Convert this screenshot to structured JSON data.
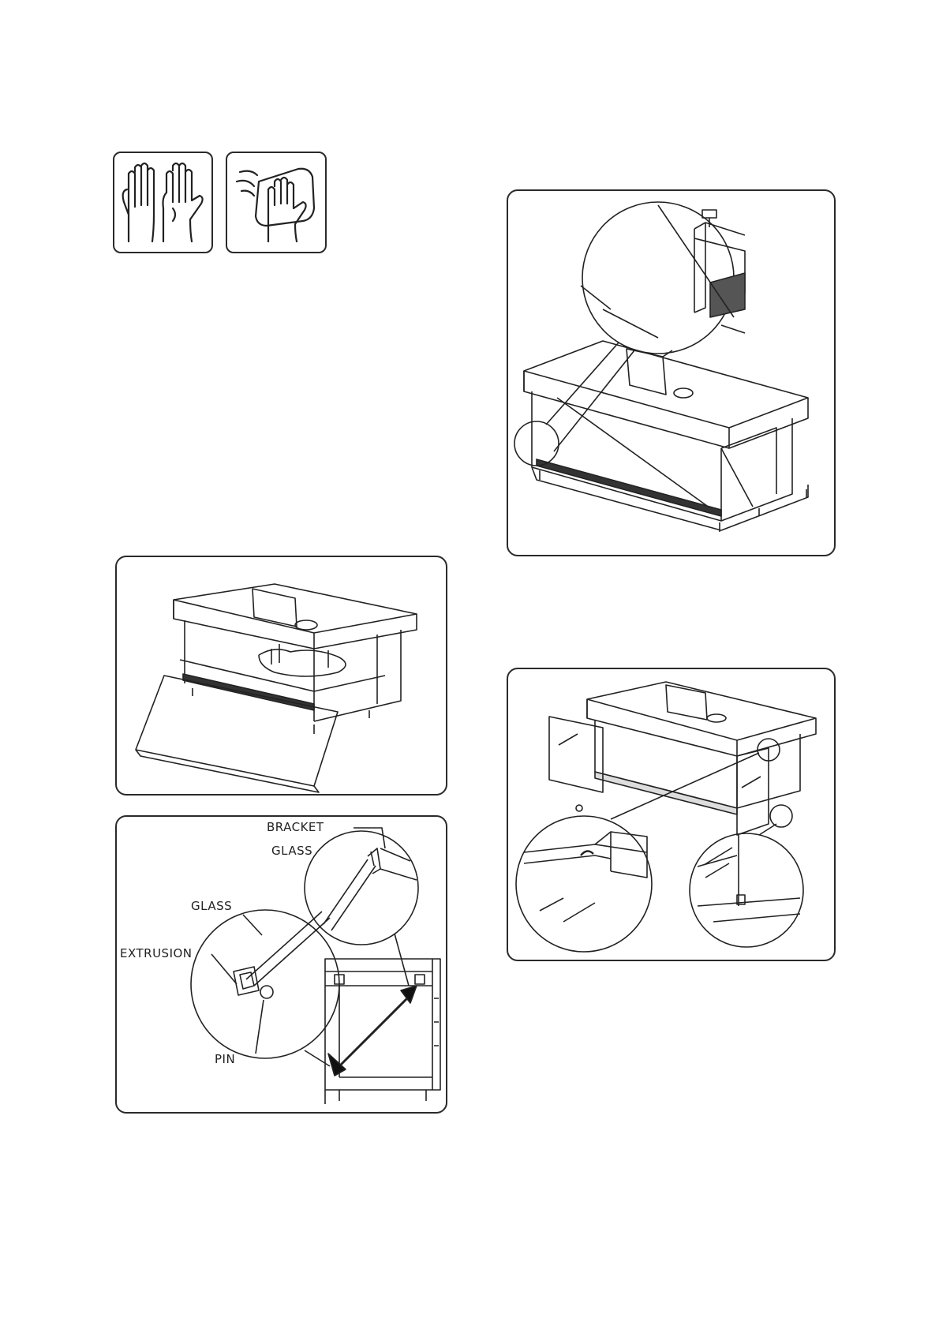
{
  "icons": [
    {
      "name": "gloves-icon"
    },
    {
      "name": "cleaning-cloth-icon"
    }
  ],
  "figure_glass_detail": {
    "labels": {
      "bracket": "BRACKET",
      "glass_top": "GLASS",
      "glass_left": "GLASS",
      "extrusion": "EXTRUSION",
      "pin": "PIN"
    }
  }
}
